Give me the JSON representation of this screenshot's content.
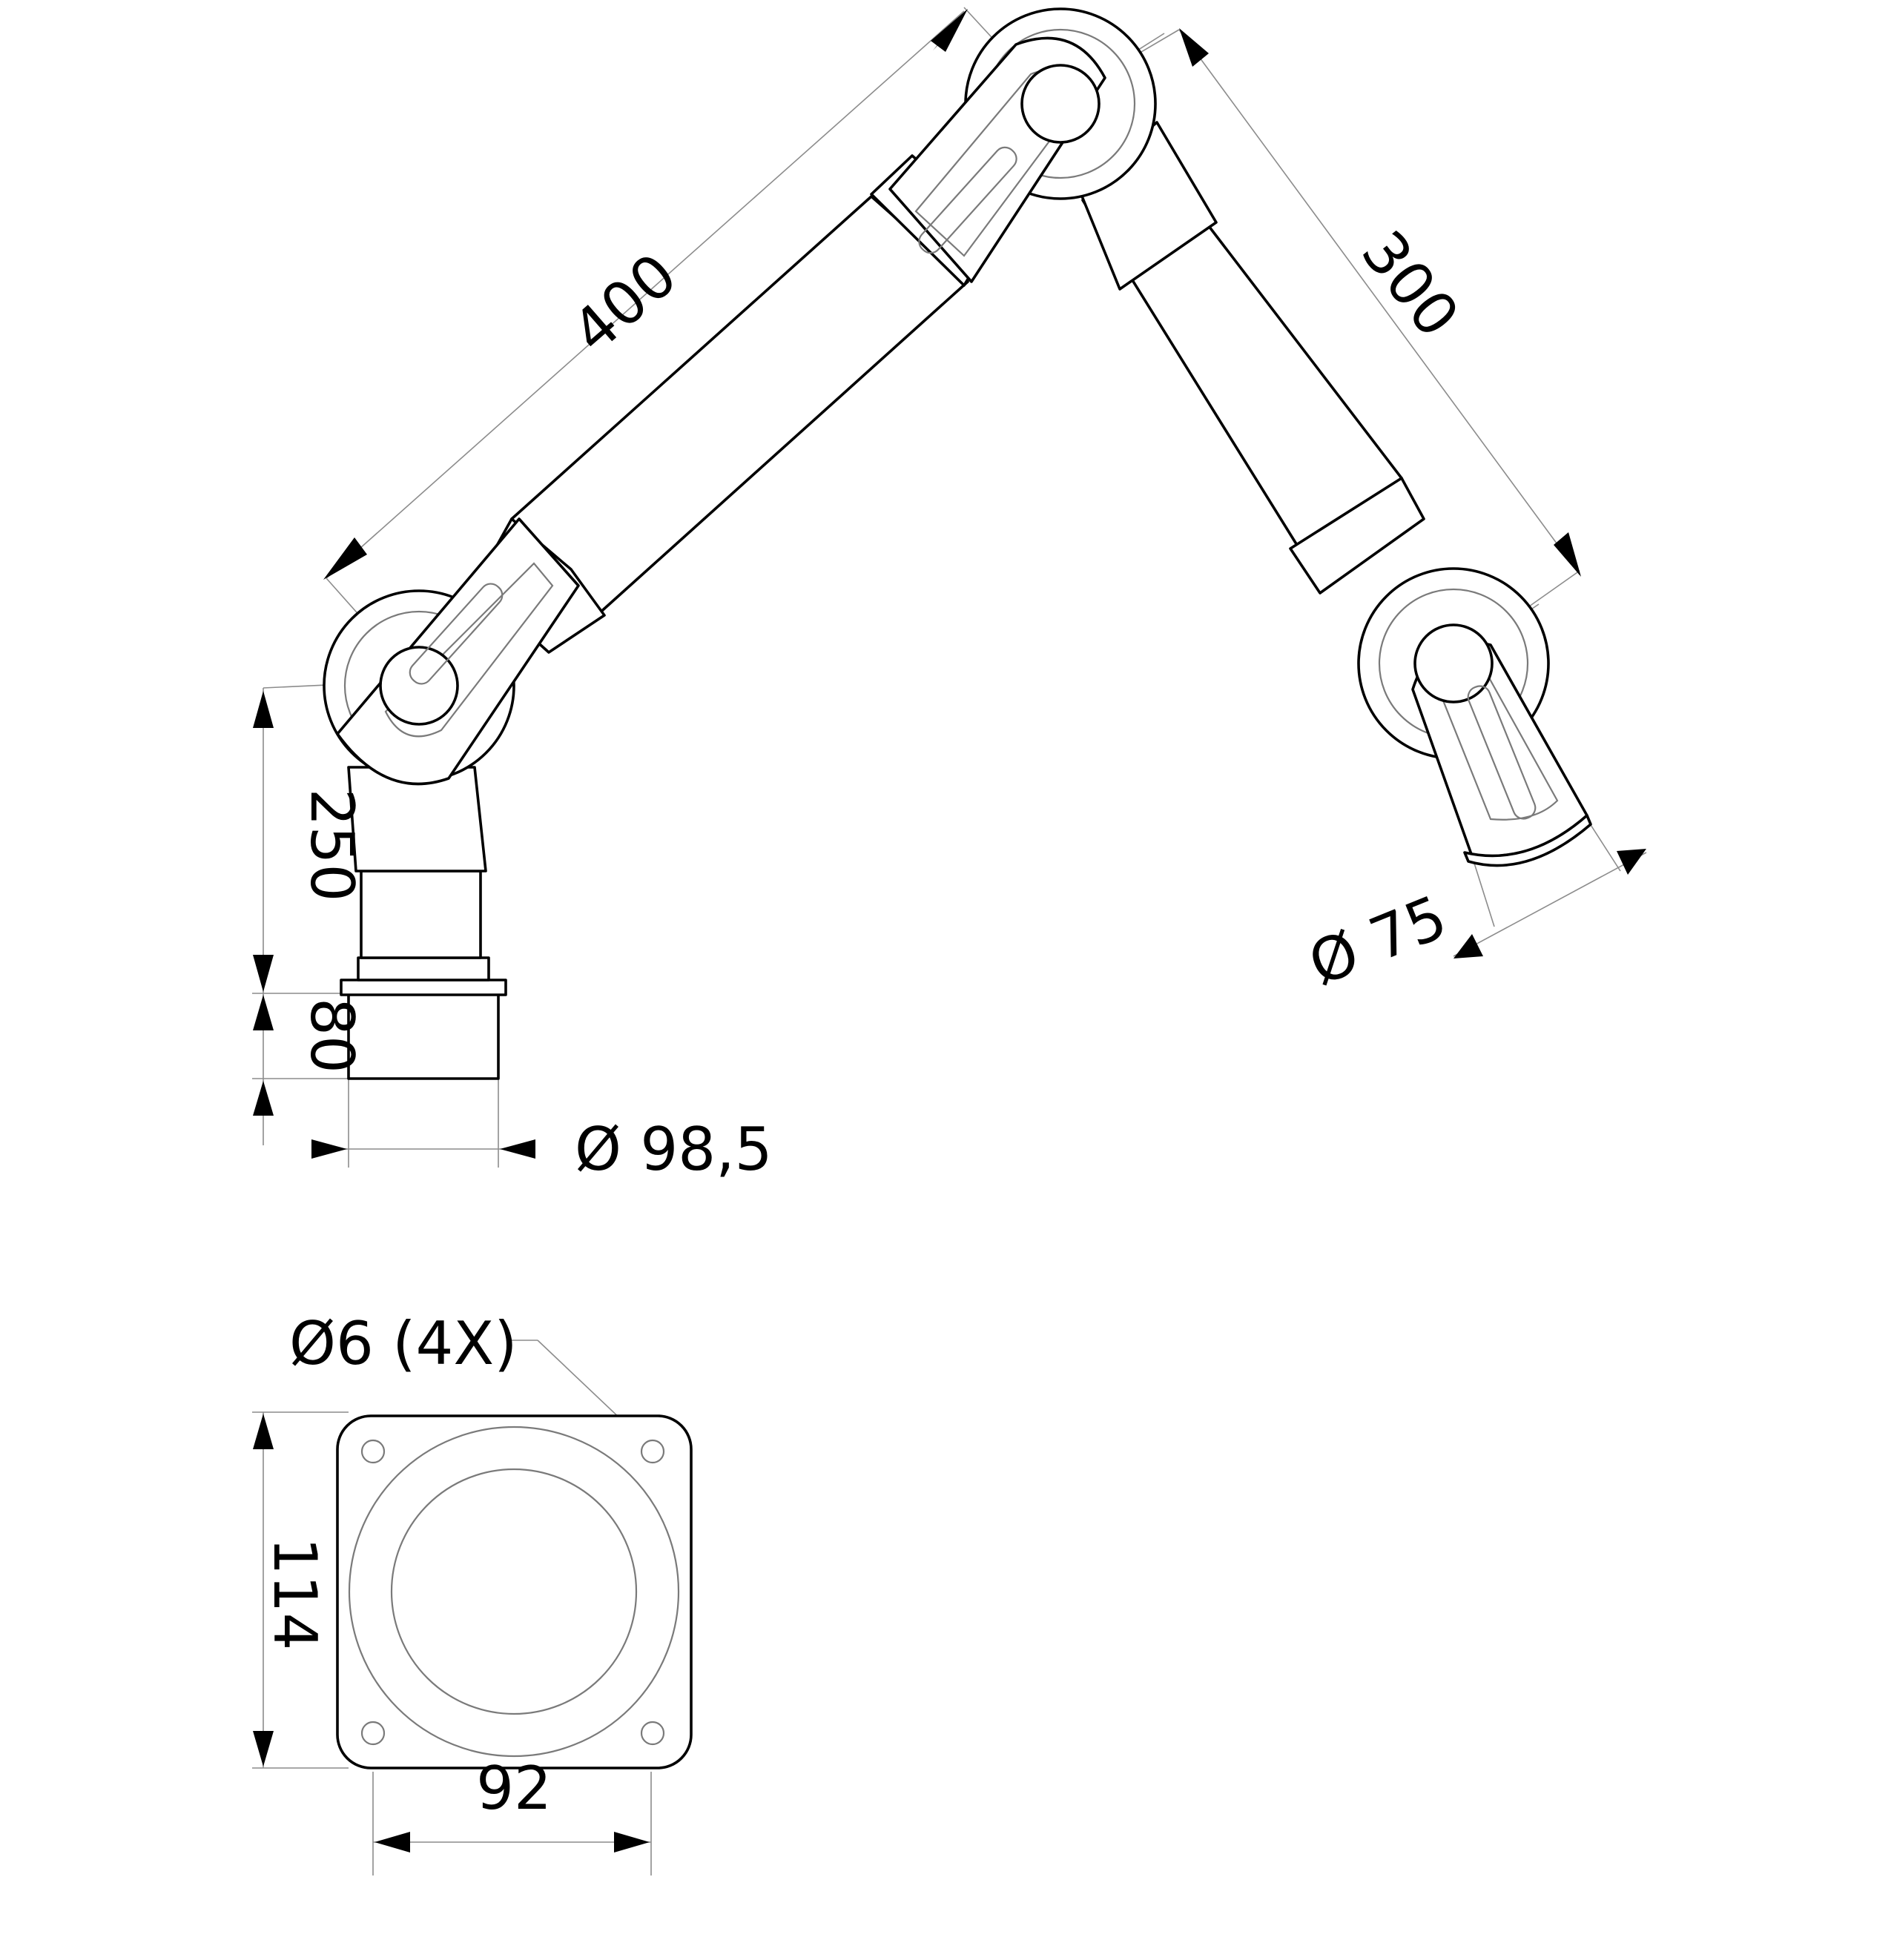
{
  "diagram": {
    "side_view": {
      "dimensions": {
        "upper_arm_length": "400",
        "forearm_length": "300",
        "column_height": "250",
        "base_height": "80",
        "base_diameter": "Ø 98,5",
        "nozzle_diameter": "Ø 75"
      }
    },
    "flange_view": {
      "dimensions": {
        "hole_spec": "Ø6 (4X)",
        "flange_height": "114",
        "hole_spacing": "92"
      }
    }
  }
}
